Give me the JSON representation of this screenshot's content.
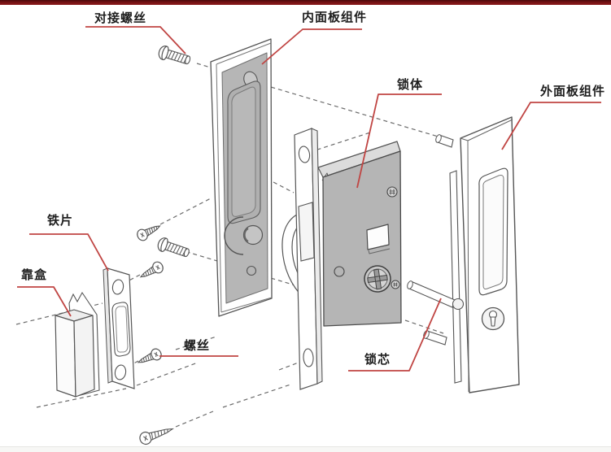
{
  "page": {
    "background": "#ffffff",
    "top_bar_color": "#7a1315",
    "accent_red": "#c04543",
    "line_color": "#555555",
    "panel_gray": "#b6b6b6"
  },
  "diagram": {
    "type": "exploded-parts-diagram",
    "subject": "sliding-door-lock",
    "labels": {
      "butt_screw": "对接螺丝",
      "inner_panel": "内面板组件",
      "lock_body": "锁体",
      "outer_panel": "外面板组件",
      "iron_plate": "铁片",
      "strike_box": "靠盒",
      "screw": "螺丝",
      "lock_cylinder": "锁芯"
    }
  }
}
